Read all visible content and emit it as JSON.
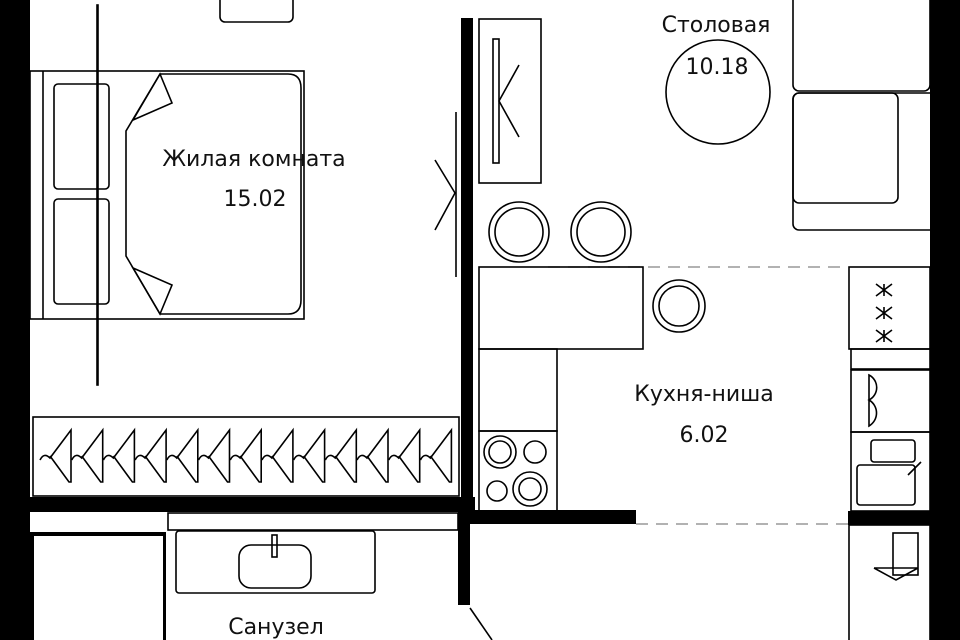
{
  "rooms": [
    {
      "name": "Жилая комната",
      "area": "15.02"
    },
    {
      "name": "Столовая",
      "area": "10.18"
    },
    {
      "name": "Кухня-ниша",
      "area": "6.02"
    },
    {
      "name": "Санузел"
    }
  ],
  "colors": {
    "wall": "#000000",
    "background": "#ffffff",
    "dashed_boundary": "#999999"
  }
}
